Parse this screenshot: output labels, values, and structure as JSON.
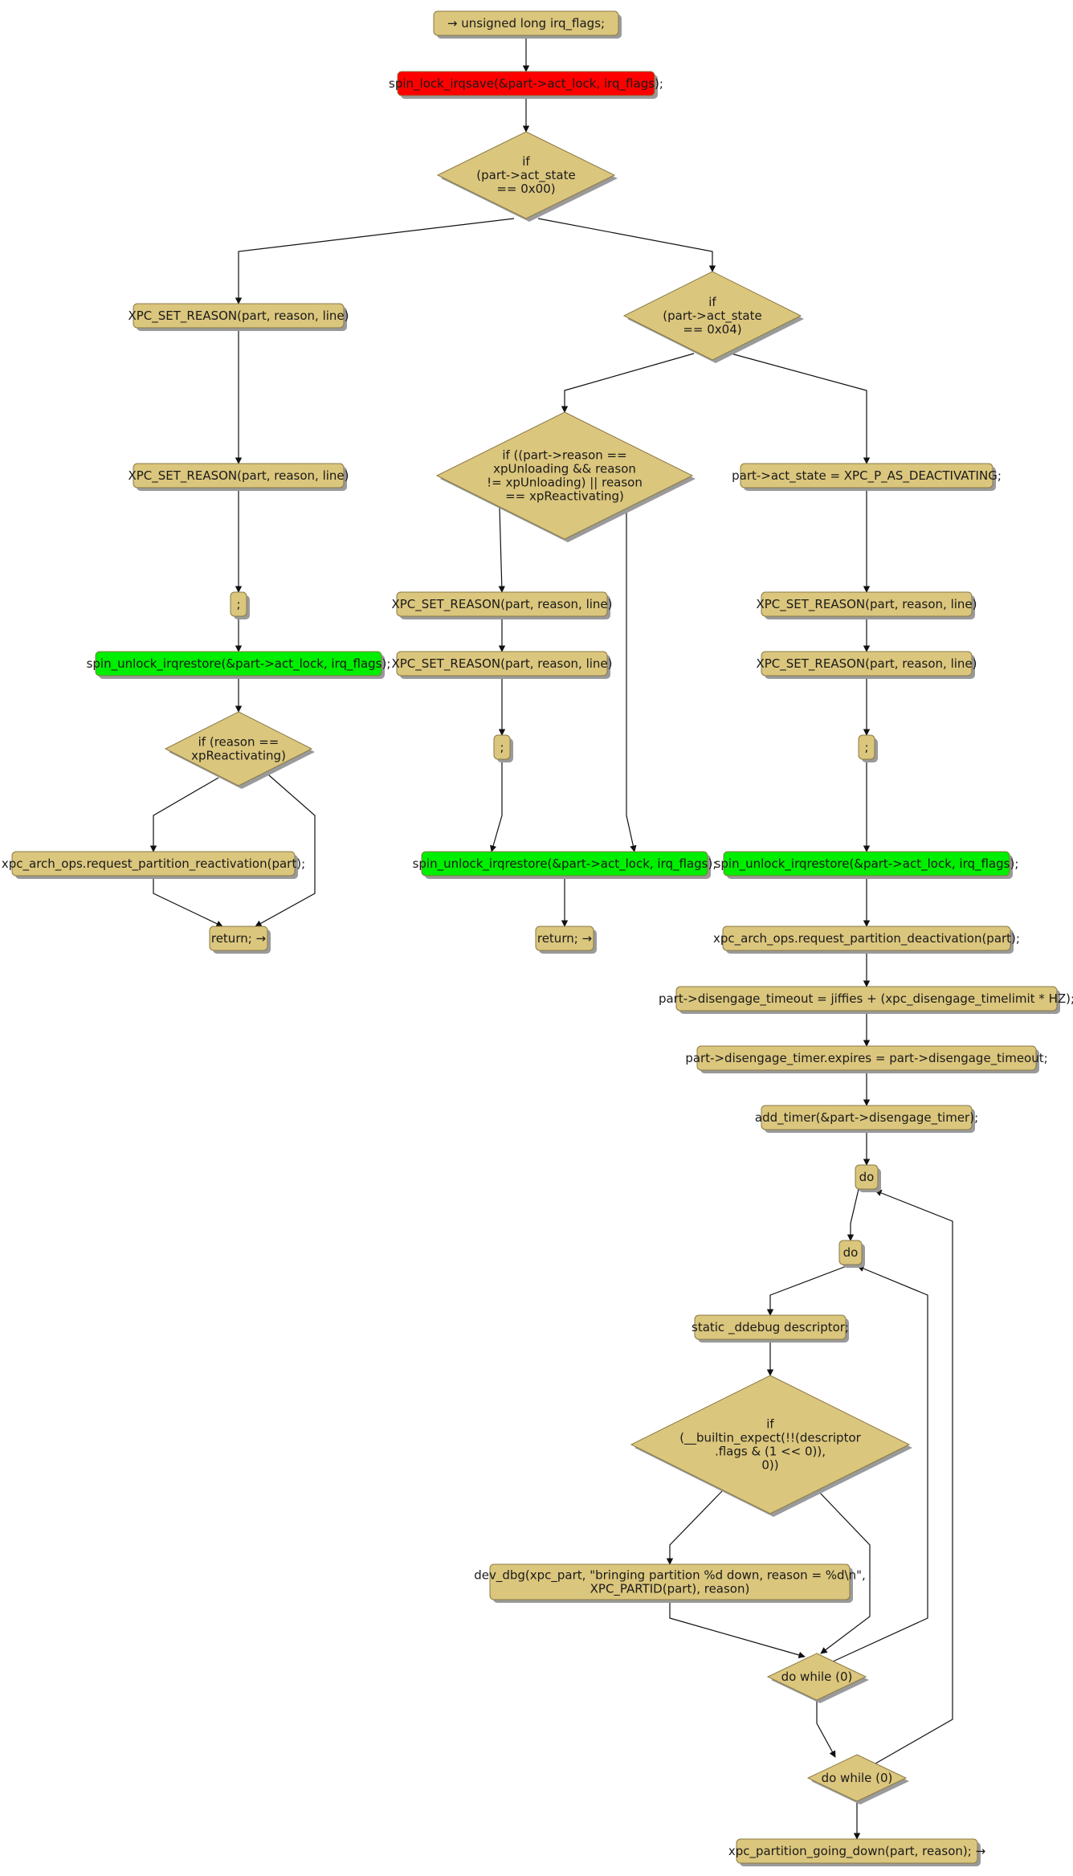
{
  "colors": {
    "default": "#dbc67d",
    "lock": "#ff0000",
    "unlock": "#00ee00",
    "border": "#8a7a45",
    "shadow": "#9a9a9a",
    "edge": "#111111"
  },
  "nodes": [
    {
      "id": "n1",
      "kind": "box",
      "color": "default",
      "lines": [
        "→ unsigned long irq_flags;"
      ]
    },
    {
      "id": "n2",
      "kind": "box",
      "color": "lock",
      "lines": [
        "spin_lock_irqsave(&part->act_lock, irq_flags);"
      ]
    },
    {
      "id": "d1",
      "kind": "diamond",
      "color": "default",
      "lines": [
        "if",
        "(part->act_state",
        "== 0x00)"
      ]
    },
    {
      "id": "L1",
      "kind": "box",
      "color": "default",
      "lines": [
        "XPC_SET_REASON(part, reason, line)"
      ]
    },
    {
      "id": "L2",
      "kind": "box",
      "color": "default",
      "lines": [
        "XPC_SET_REASON(part, reason, line)"
      ]
    },
    {
      "id": "L3",
      "kind": "box",
      "color": "default",
      "lines": [
        ";"
      ]
    },
    {
      "id": "L4",
      "kind": "box",
      "color": "unlock",
      "lines": [
        "spin_unlock_irqrestore(&part->act_lock, irq_flags);"
      ]
    },
    {
      "id": "dL",
      "kind": "diamond",
      "color": "default",
      "lines": [
        "if (reason ==",
        "xpReactivating)"
      ]
    },
    {
      "id": "L5",
      "kind": "box",
      "color": "default",
      "lines": [
        "xpc_arch_ops.request_partition_reactivation(part);"
      ]
    },
    {
      "id": "L6",
      "kind": "box",
      "color": "default",
      "lines": [
        "return; →"
      ]
    },
    {
      "id": "d2",
      "kind": "diamond",
      "color": "default",
      "lines": [
        "if",
        "(part->act_state",
        "== 0x04)"
      ]
    },
    {
      "id": "d3",
      "kind": "diamond",
      "color": "default",
      "lines": [
        "if ((part->reason ==",
        "xpUnloading && reason",
        "!= xpUnloading) || reason",
        "== xpReactivating)"
      ]
    },
    {
      "id": "M1",
      "kind": "box",
      "color": "default",
      "lines": [
        "XPC_SET_REASON(part, reason, line)"
      ]
    },
    {
      "id": "M2",
      "kind": "box",
      "color": "default",
      "lines": [
        "XPC_SET_REASON(part, reason, line)"
      ]
    },
    {
      "id": "M3",
      "kind": "box",
      "color": "default",
      "lines": [
        ";"
      ]
    },
    {
      "id": "M4",
      "kind": "box",
      "color": "unlock",
      "lines": [
        "spin_unlock_irqrestore(&part->act_lock, irq_flags);"
      ]
    },
    {
      "id": "M5",
      "kind": "box",
      "color": "default",
      "lines": [
        "return; →"
      ]
    },
    {
      "id": "R1",
      "kind": "box",
      "color": "default",
      "lines": [
        "part->act_state = XPC_P_AS_DEACTIVATING;"
      ]
    },
    {
      "id": "R2",
      "kind": "box",
      "color": "default",
      "lines": [
        "XPC_SET_REASON(part, reason, line)"
      ]
    },
    {
      "id": "R3",
      "kind": "box",
      "color": "default",
      "lines": [
        "XPC_SET_REASON(part, reason, line)"
      ]
    },
    {
      "id": "R4",
      "kind": "box",
      "color": "default",
      "lines": [
        ";"
      ]
    },
    {
      "id": "R5",
      "kind": "box",
      "color": "unlock",
      "lines": [
        "spin_unlock_irqrestore(&part->act_lock, irq_flags);"
      ]
    },
    {
      "id": "R6",
      "kind": "box",
      "color": "default",
      "lines": [
        "xpc_arch_ops.request_partition_deactivation(part);"
      ]
    },
    {
      "id": "R7",
      "kind": "box",
      "color": "default",
      "lines": [
        "part->disengage_timeout = jiffies + (xpc_disengage_timelimit * HZ);"
      ]
    },
    {
      "id": "R8",
      "kind": "box",
      "color": "default",
      "lines": [
        "part->disengage_timer.expires = part->disengage_timeout;"
      ]
    },
    {
      "id": "R9",
      "kind": "box",
      "color": "default",
      "lines": [
        "add_timer(&part->disengage_timer);"
      ]
    },
    {
      "id": "R10",
      "kind": "box",
      "color": "default",
      "lines": [
        "do"
      ]
    },
    {
      "id": "R11",
      "kind": "box",
      "color": "default",
      "lines": [
        "do"
      ]
    },
    {
      "id": "R12",
      "kind": "box",
      "color": "default",
      "lines": [
        "static _ddebug descriptor;"
      ]
    },
    {
      "id": "d4",
      "kind": "diamond",
      "color": "default",
      "lines": [
        "if",
        "(__builtin_expect(!!(descriptor",
        ".flags & (1 << 0)),",
        "0))"
      ]
    },
    {
      "id": "R13",
      "kind": "box",
      "color": "default",
      "lines": [
        "dev_dbg(xpc_part, \"bringing partition %d down, reason = %d\\n\",",
        "XPC_PARTID(part), reason)"
      ]
    },
    {
      "id": "dw1",
      "kind": "diamond",
      "color": "default",
      "lines": [
        "do while (0)"
      ]
    },
    {
      "id": "dw2",
      "kind": "diamond",
      "color": "default",
      "lines": [
        "do while (0)"
      ]
    },
    {
      "id": "R14",
      "kind": "box",
      "color": "default",
      "lines": [
        "xpc_partition_going_down(part, reason); →"
      ]
    }
  ]
}
